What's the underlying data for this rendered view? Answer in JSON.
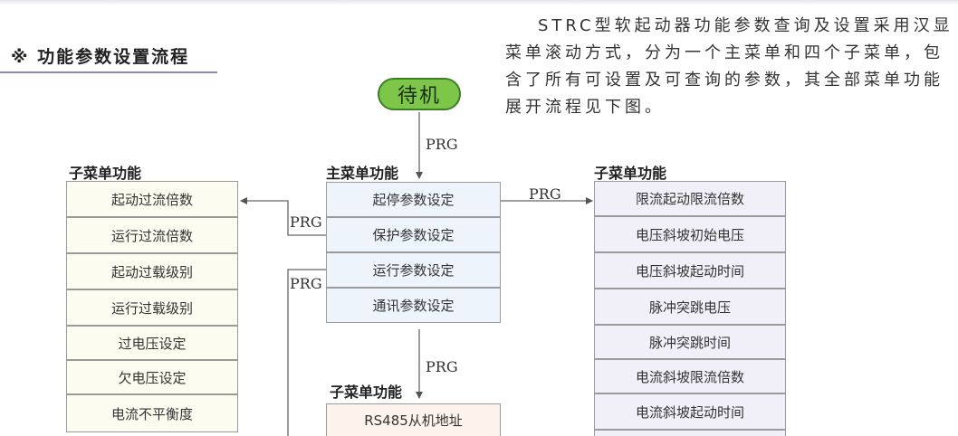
{
  "header": {
    "section_title": "※ 功能参数设置流程",
    "intro_text": "STRC型软起动器功能参数查询及设置采用汉显菜单滚动方式，分为一个主菜单和四个子菜单，包含了所有可设置及可查询的参数，其全部菜单功能展开流程见下图。"
  },
  "flow": {
    "standby_label": "待机",
    "prg_label": "PRG",
    "main_menu": {
      "label": "主菜单功能",
      "items": [
        "起停参数设定",
        "保护参数设定",
        "运行参数设定",
        "通讯参数设定"
      ]
    },
    "left_submenu": {
      "label": "子菜单功能",
      "items": [
        "起动过流倍数",
        "运行过流倍数",
        "起动过载级别",
        "运行过载级别",
        "过电压设定",
        "欠电压设定",
        "电流不平衡度"
      ]
    },
    "right_submenu": {
      "label": "子菜单功能",
      "items": [
        "限流起动限流倍数",
        "电压斜坡初始电压",
        "电压斜坡起动时间",
        "脉冲突跳电压",
        "脉冲突跳时间",
        "电流斜坡限流倍数",
        "电流斜坡起动时间"
      ]
    },
    "bottom_submenu": {
      "label": "子菜单功能",
      "items": [
        "RS485从机地址"
      ]
    }
  },
  "colors": {
    "standby_fill": "#7dc64a",
    "main_box_fill": "#eef4fc",
    "left_box_fill": "#fdfcf1",
    "right_box_fill": "#f1eff8",
    "bottom_box_fill": "#fdf3ec",
    "underline": "#8b89b3"
  }
}
